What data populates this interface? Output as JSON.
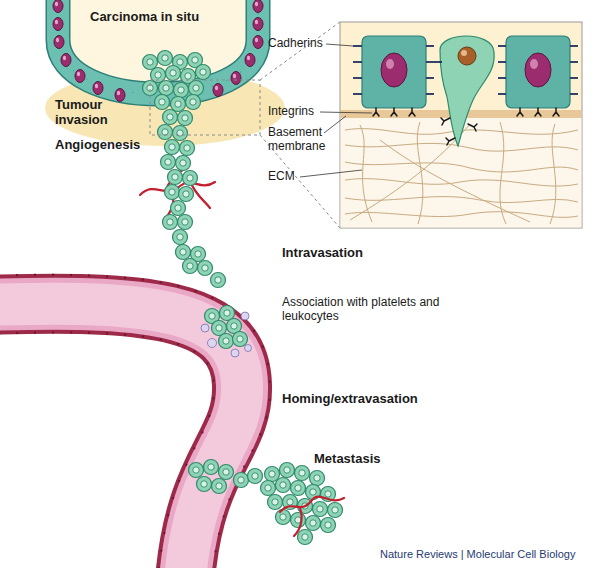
{
  "diagram": {
    "labels": [
      "Carcinoma in situ",
      "Cadherins",
      "Integrins",
      "Basement membrane",
      "ECM",
      "Tumour invasion",
      "Angiogenesis",
      "Intravasation",
      "Association with platelets and leukocytes",
      "Homing/extravasation",
      "Metastasis",
      "Nature Reviews | Molecular Cell Biology"
    ]
  }
}
